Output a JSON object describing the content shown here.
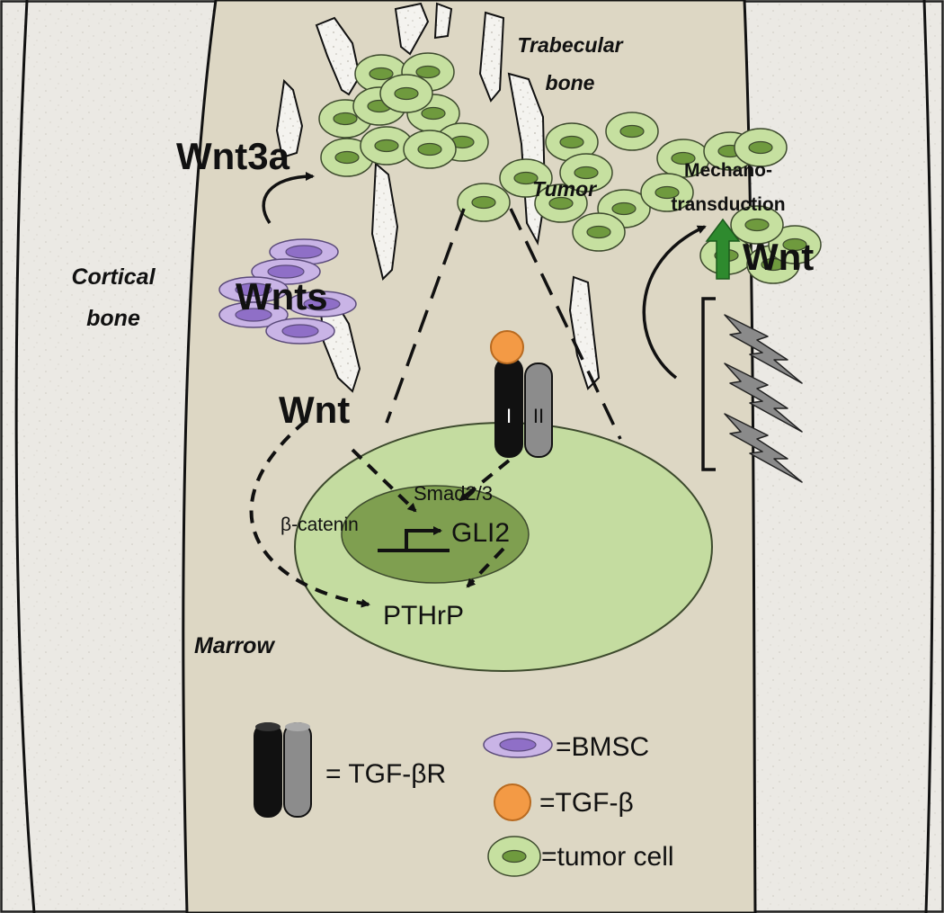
{
  "labels": {
    "trabecular_line1": "Trabecular",
    "trabecular_line2": "bone",
    "wnt3a": "Wnt3a",
    "tumor": "Tumor",
    "mechano_line1": "Mechano-",
    "mechano_line2": "transduction",
    "wnt_right": "Wnt",
    "cortical_line1": "Cortical",
    "cortical_line2": "bone",
    "wnts": "Wnts",
    "wnt_left": "Wnt",
    "receptor_I": "I",
    "receptor_II": "II",
    "smad": "Smad2/3",
    "beta_catenin": "β-catenin",
    "gli2": "GLI2",
    "pthrp": "PTHrP",
    "marrow": "Marrow"
  },
  "legend": {
    "tgf_beta_r": "= TGF-βR",
    "bmsc": "=BMSC",
    "tgf_beta": "=TGF-β",
    "tumor_cell": "=tumor cell"
  },
  "colors": {
    "cortical": "#ebe9e4",
    "marrow": "#ddd7c4",
    "tumor_cell": "#c6e0a0",
    "tumor_nucleus": "#6f9a3e",
    "bmsc": "#c9b4e6",
    "bmsc_nucleus": "#8f6fc7",
    "nucleus_big": "#7f9f50",
    "cell_big": "#c4dca0",
    "tgf_beta": "#f39a45",
    "arrow_up": "#2e8a2e",
    "lightning": "#8a8a8a"
  }
}
